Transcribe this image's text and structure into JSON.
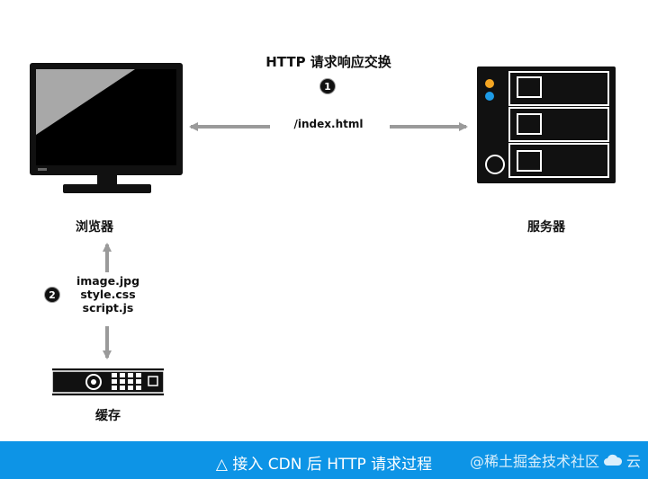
{
  "diagram": {
    "title": "HTTP 请求响应交换",
    "step1": "1",
    "step2": "2",
    "request_path": "/index.html",
    "browser_label": "浏览器",
    "server_label": "服务器",
    "cache_label": "缓存",
    "files": [
      "image.jpg",
      "style.css",
      "script.js"
    ]
  },
  "footer": {
    "caption": "△ 接入 CDN 后 HTTP 请求过程",
    "watermark": "@稀土掘金技术社区",
    "brand": "云"
  },
  "colors": {
    "footer_bg": "#0d94e6",
    "arrow": "#9a9a9a",
    "server_led_orange": "#f5a623",
    "server_led_blue": "#1e9be6"
  }
}
